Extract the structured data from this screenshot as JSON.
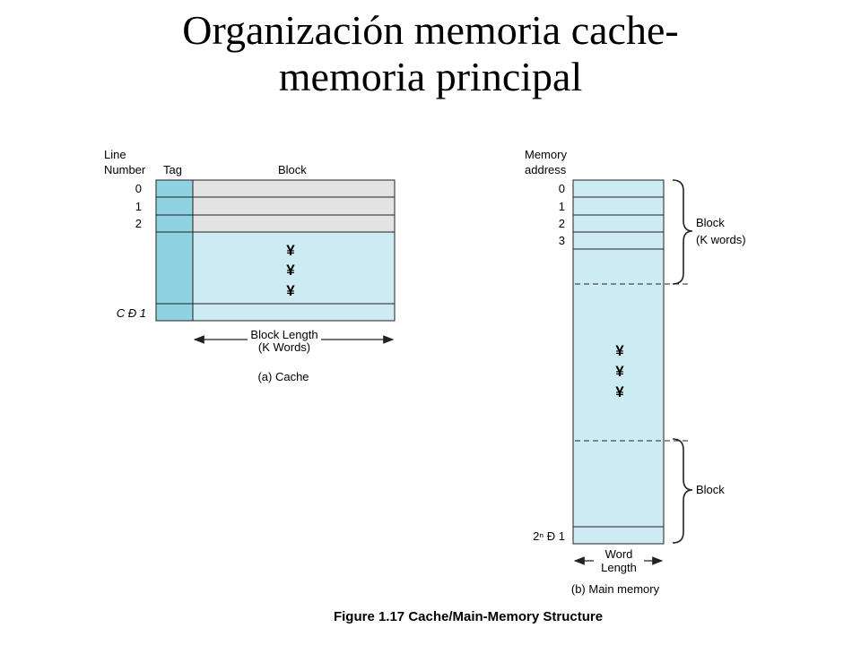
{
  "title": {
    "line1": "Organización memoria cache-",
    "line2": "memoria principal"
  },
  "cache": {
    "line_number_header": [
      "Line",
      "Number"
    ],
    "tag_header": "Tag",
    "block_header": "Block",
    "rows": [
      "0",
      "1",
      "2"
    ],
    "last_row": "C Đ 1",
    "ellipsis": [
      "¥",
      "¥",
      "¥"
    ],
    "block_length": [
      "Block Length",
      "(K Words)"
    ],
    "caption": "(a) Cache"
  },
  "memory": {
    "address_header": [
      "Memory",
      "address"
    ],
    "rows": [
      "0",
      "1",
      "2",
      "3"
    ],
    "last_row": "2ⁿ Đ 1",
    "block_brace_top": [
      "Block",
      "(K words)"
    ],
    "block_brace_bottom": "Block",
    "ellipsis": [
      "¥",
      "¥",
      "¥"
    ],
    "word_length": [
      "Word",
      "Length"
    ],
    "caption": "(b) Main memory"
  },
  "figure_caption": "Figure 1.17  Cache/Main-Memory Structure",
  "colors": {
    "tag_fill": "#8fd3e2",
    "row_fill": "#e3e3e3",
    "light_fill": "#cdebf2",
    "stroke": "#222222"
  }
}
